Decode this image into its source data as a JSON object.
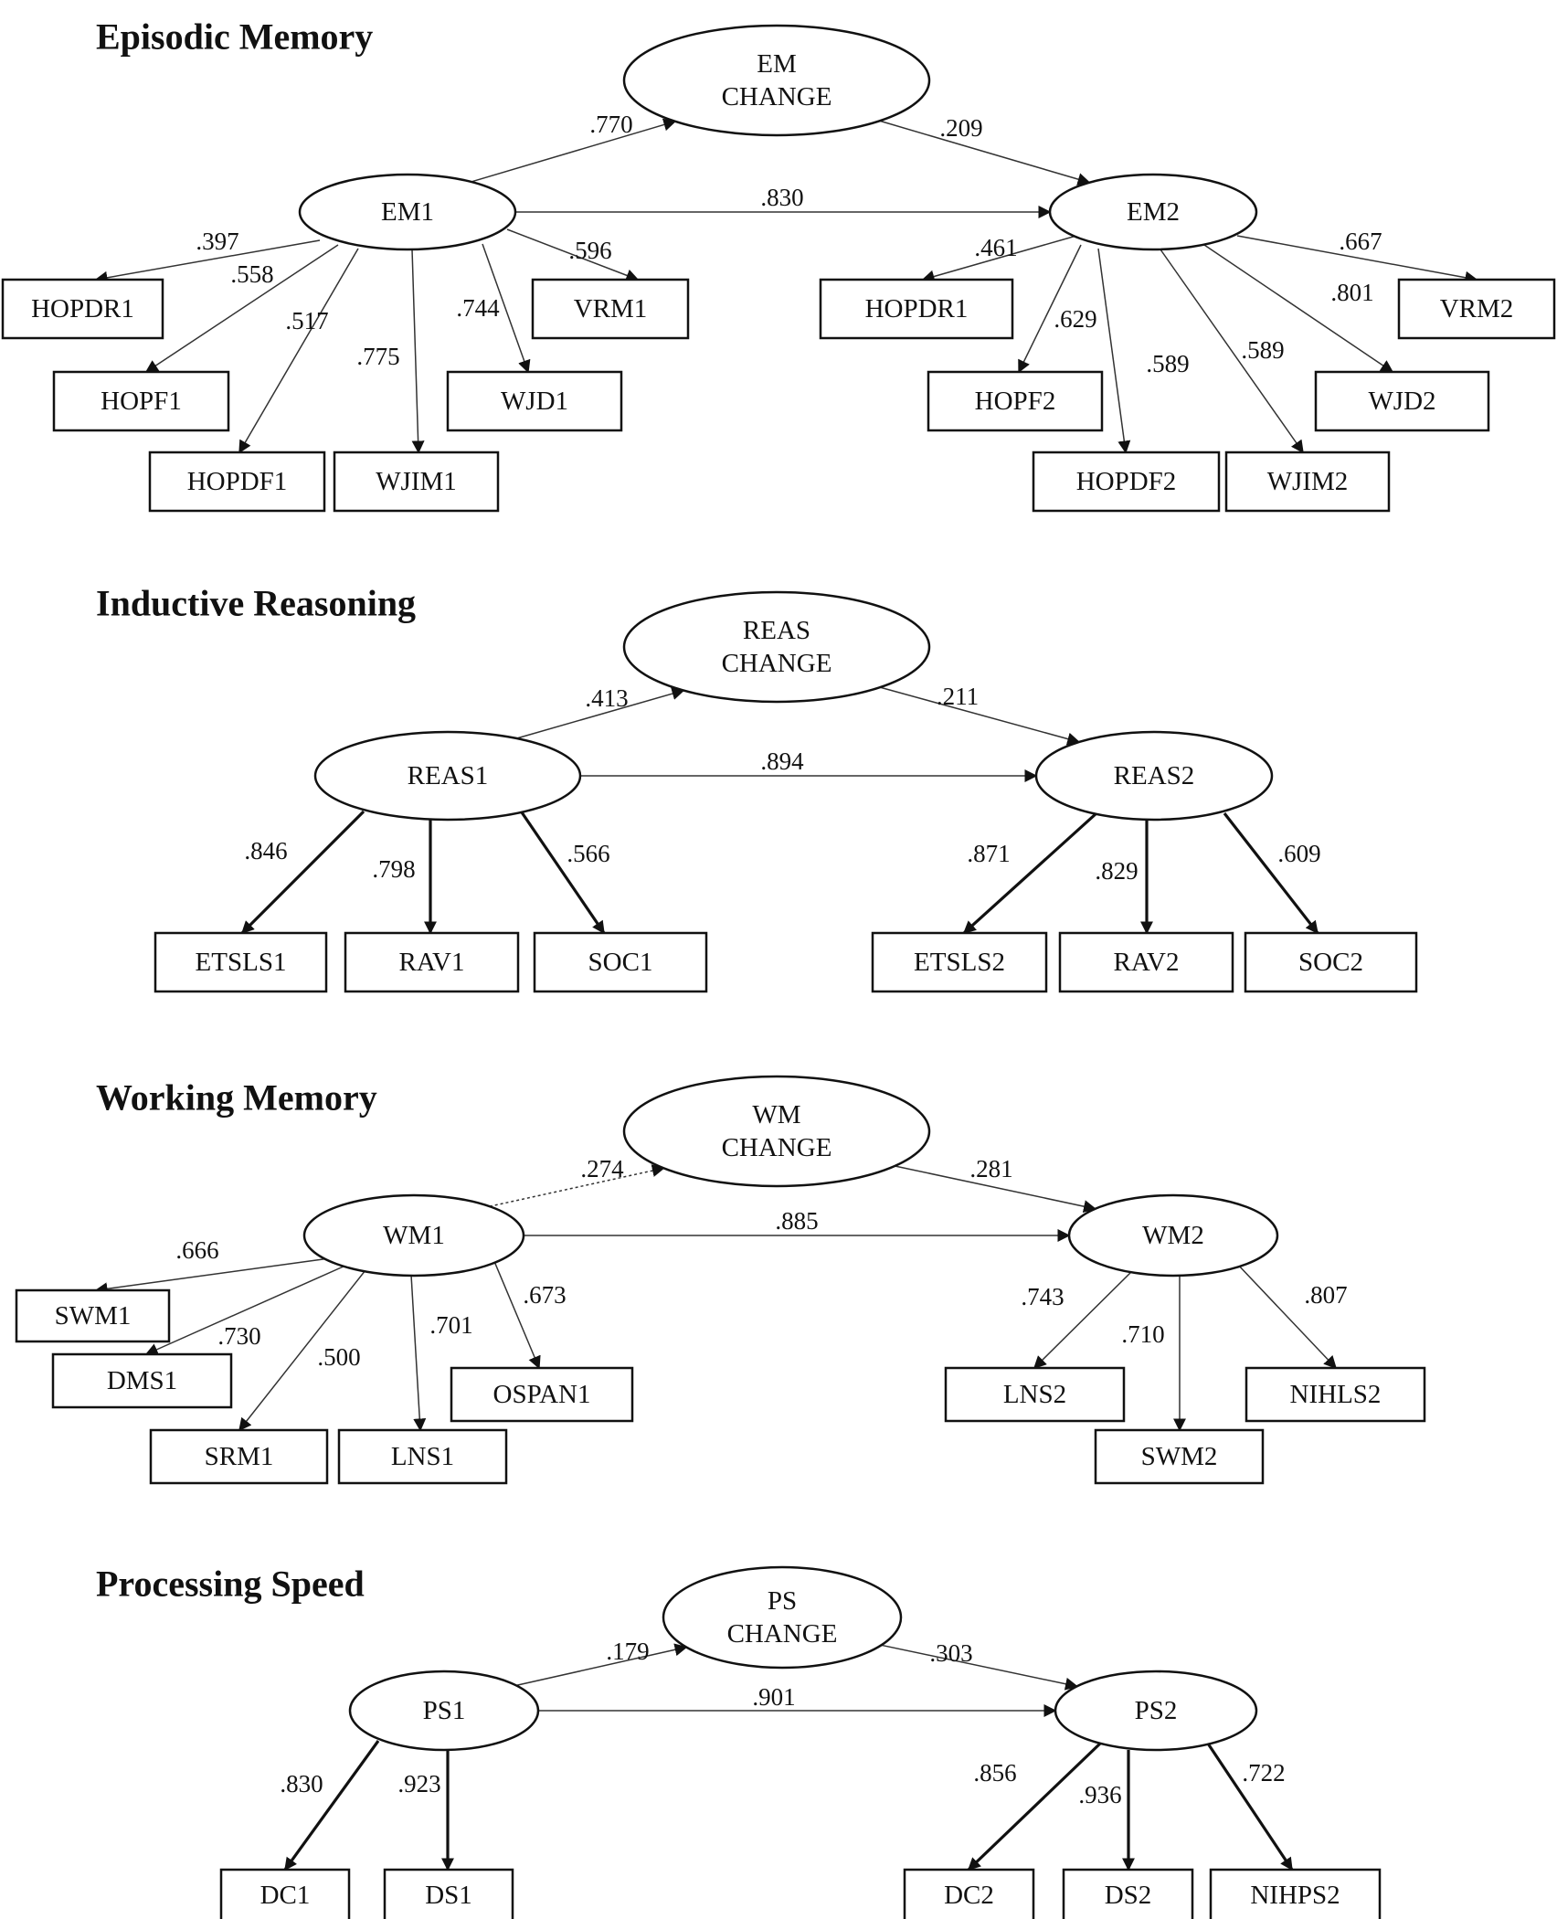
{
  "sections": [
    {
      "id": "em",
      "title": "Episodic Memory",
      "nodes": {
        "change": [
          "EM",
          "CHANGE"
        ],
        "t1": "EM1",
        "t2": "EM2",
        "obs1": [
          "HOPDR1",
          "HOPF1",
          "HOPDF1",
          "WJIM1",
          "WJD1",
          "VRM1"
        ],
        "obs2": [
          "HOPDR1",
          "HOPF2",
          "HOPDF2",
          "WJIM2",
          "WJD2",
          "VRM2"
        ]
      },
      "paths": {
        "t1_to_change": ".770",
        "change_to_t2": ".209",
        "t1_to_t2": ".830",
        "loadings1": [
          ".397",
          ".558",
          ".517",
          ".775",
          ".744",
          ".596"
        ],
        "loadings2": [
          ".461",
          ".629",
          ".589",
          ".589",
          ".801",
          ".667"
        ]
      }
    },
    {
      "id": "reas",
      "title": "Inductive Reasoning",
      "nodes": {
        "change": [
          "REAS",
          "CHANGE"
        ],
        "t1": "REAS1",
        "t2": "REAS2",
        "obs1": [
          "ETSLS1",
          "RAV1",
          "SOC1"
        ],
        "obs2": [
          "ETSLS2",
          "RAV2",
          "SOC2"
        ]
      },
      "paths": {
        "t1_to_change": ".413",
        "change_to_t2": ".211",
        "t1_to_t2": ".894",
        "loadings1": [
          ".846",
          ".798",
          ".566"
        ],
        "loadings2": [
          ".871",
          ".829",
          ".609"
        ]
      }
    },
    {
      "id": "wm",
      "title": "Working Memory",
      "nodes": {
        "change": [
          "WM",
          "CHANGE"
        ],
        "t1": "WM1",
        "t2": "WM2",
        "obs1": [
          "SWM1",
          "DMS1",
          "SRM1",
          "LNS1",
          "OSPAN1"
        ],
        "obs2": [
          "LNS2",
          "SWM2",
          "NIHLS2"
        ]
      },
      "paths": {
        "t1_to_change": ".274",
        "change_to_t2": ".281",
        "t1_to_t2": ".885",
        "loadings1": [
          ".666",
          ".730",
          ".500",
          ".701",
          ".673"
        ],
        "loadings2": [
          ".743",
          ".710",
          ".807"
        ]
      }
    },
    {
      "id": "ps",
      "title": "Processing Speed",
      "nodes": {
        "change": [
          "PS",
          "CHANGE"
        ],
        "t1": "PS1",
        "t2": "PS2",
        "obs1": [
          "DC1",
          "DS1"
        ],
        "obs2": [
          "DC2",
          "DS2",
          "NIHPS2"
        ]
      },
      "paths": {
        "t1_to_change": ".179",
        "change_to_t2": ".303",
        "t1_to_t2": ".901",
        "loadings1": [
          ".830",
          ".923"
        ],
        "loadings2": [
          ".856",
          ".936",
          ".722"
        ]
      }
    }
  ]
}
